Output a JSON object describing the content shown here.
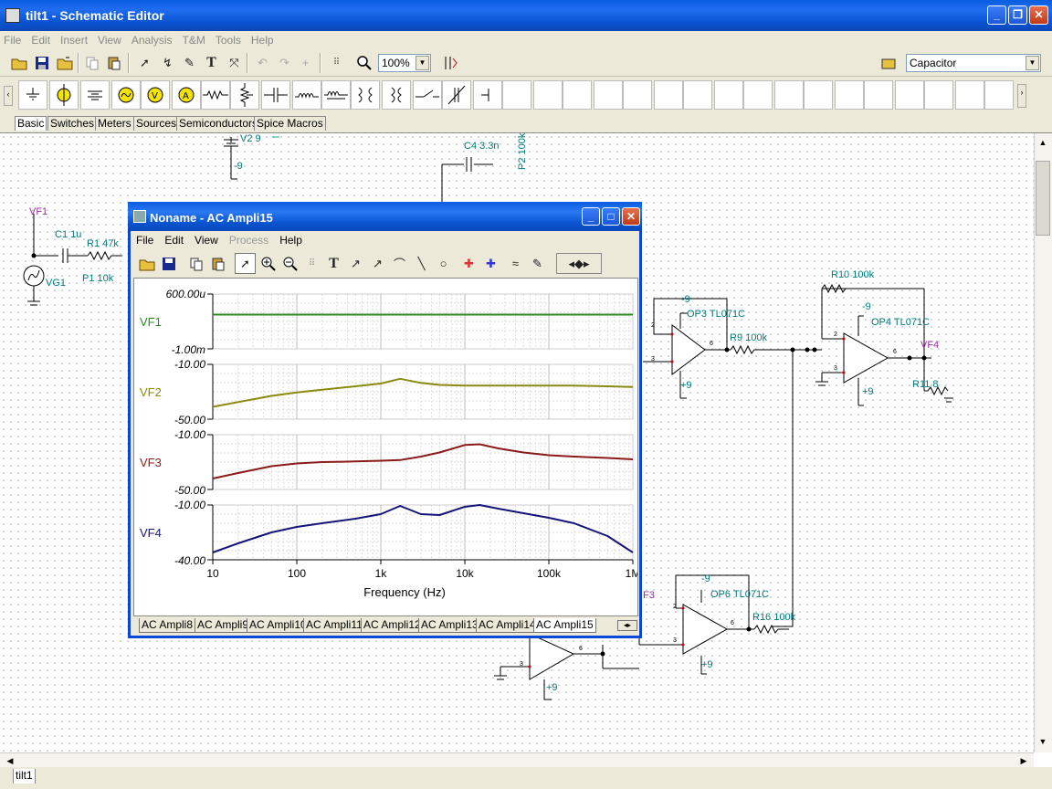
{
  "window": {
    "title": "tilt1 - Schematic Editor"
  },
  "menu": [
    "File",
    "Edit",
    "Insert",
    "View",
    "Analysis",
    "T&M",
    "Tools",
    "Help"
  ],
  "toolbar": {
    "zoom": "100%",
    "component_select": "Capacitor"
  },
  "component_tabs": [
    "Basic",
    "Switches",
    "Meters",
    "Sources",
    "Semiconductors",
    "Spice Macros"
  ],
  "sheet_tabs": [
    "tilt1"
  ],
  "schematic_labels": {
    "v2": "V2 9",
    "v2_neg": "-9",
    "c4": "C4 3.3n",
    "p2": "P2 100k",
    "vf1": "VF1",
    "c1": "C1 1u",
    "r1": "R1 47k",
    "p1": "P1 10k",
    "vg1": "VG1",
    "op3": "OP3 TL071C",
    "op3_neg": "-9",
    "op3_pos": "+9",
    "r9": "R9 100k",
    "r10": "R10 100k",
    "op4": "OP4 TL071C",
    "op4_neg": "-9",
    "op4_pos": "+9",
    "vf4": "VF4",
    "r11": "R11 8",
    "vf3_partial": "F3",
    "op6": "OP6 TL071C",
    "op6_neg": "-9",
    "op6_pos": "+9",
    "r16": "R16 100k",
    "opa_pos": "+9",
    "pin2": "2",
    "pin3": "3",
    "pin6": "6"
  },
  "analysis_window": {
    "title": "Noname - AC Ampli15",
    "menu": [
      {
        "label": "File",
        "disabled": false
      },
      {
        "label": "Edit",
        "disabled": false
      },
      {
        "label": "View",
        "disabled": false
      },
      {
        "label": "Process",
        "disabled": true
      },
      {
        "label": "Help",
        "disabled": false
      }
    ],
    "tabs": [
      "AC Ampli8",
      "AC Ampli9",
      "AC Ampli10",
      "AC Ampli11",
      "AC Ampli12",
      "AC Ampli13",
      "AC Ampli14",
      "AC Ampli15"
    ],
    "active_tab": "AC Ampli15"
  },
  "chart_data": {
    "type": "line",
    "xlabel": "Frequency (Hz)",
    "xscale": "log",
    "xlim": [
      10,
      1000000
    ],
    "xticks": [
      "10",
      "100",
      "1k",
      "10k",
      "100k",
      "1M"
    ],
    "x": [
      10,
      20,
      50,
      100,
      200,
      500,
      1000,
      1700,
      3000,
      5000,
      10000,
      15000,
      25000,
      50000,
      100000,
      200000,
      500000,
      1000000
    ],
    "series": [
      {
        "name": "VF1",
        "color": "#2e8b22",
        "ylim": [
          -0.001,
          0.0006
        ],
        "ticks": [
          "600.00u",
          "-1.00m"
        ],
        "values": [
          0,
          0,
          0,
          0,
          0,
          0,
          0,
          0,
          0,
          0,
          0,
          0,
          0,
          0,
          0,
          0,
          0,
          0
        ]
      },
      {
        "name": "VF2",
        "color": "#8a8a10",
        "ylim": [
          -50,
          -10
        ],
        "ticks": [
          "-10.00",
          "-50.00"
        ],
        "values": [
          -41,
          -37.5,
          -33,
          -30.5,
          -28.5,
          -26,
          -24,
          -20.5,
          -23.5,
          -25,
          -25.5,
          -25.5,
          -25.5,
          -25.5,
          -25.5,
          -25.5,
          -26,
          -26.5
        ]
      },
      {
        "name": "VF3",
        "color": "#8b1a1a",
        "ylim": [
          -50,
          -10
        ],
        "ticks": [
          "-10.00",
          "-50.00"
        ],
        "values": [
          -42,
          -38,
          -33,
          -31,
          -30,
          -29.5,
          -29,
          -28.5,
          -26,
          -23,
          -17.5,
          -17,
          -20,
          -23,
          -25,
          -26,
          -27,
          -28
        ]
      },
      {
        "name": "VF4",
        "color": "#14157a",
        "ylim": [
          -40,
          -10
        ],
        "ticks": [
          "-10.00",
          "-40.00"
        ],
        "values": [
          -36,
          -31,
          -25,
          -22,
          -20,
          -17.5,
          -15,
          -10.5,
          -15,
          -15.5,
          -11,
          -10,
          -12,
          -14.5,
          -17,
          -20,
          -27,
          -36
        ]
      }
    ]
  }
}
